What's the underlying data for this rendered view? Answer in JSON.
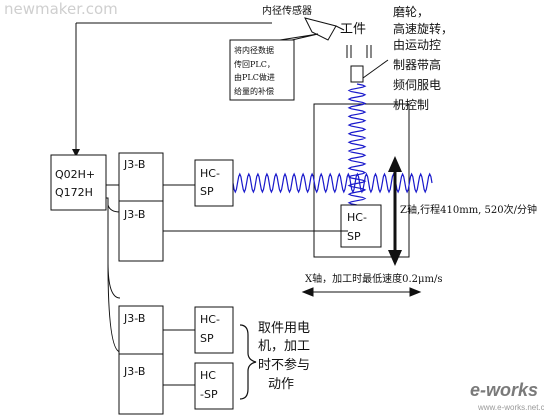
{
  "watermark_top": "newmaker.com",
  "inner_sensor_label": "内径传感器",
  "sensor_note": [
    "将内径数据",
    "传回PLC，",
    "由PLC做进",
    "给量的补偿"
  ],
  "workpiece_label": "工件",
  "grinding_note": [
    "磨轮，",
    "高速旋转，",
    "由运动控",
    "制器带高",
    "频伺服电",
    "机控制"
  ],
  "plc_box": [
    "Q02H+",
    "Q172H"
  ],
  "amp_label": "J3-B",
  "motor_labels": {
    "x_axis": [
      "HC-",
      "SP"
    ],
    "z_axis": [
      "HC-",
      "SP"
    ],
    "pick1": [
      "HC-",
      "SP"
    ],
    "pick2": [
      "HC",
      "-SP"
    ]
  },
  "z_axis_note": "Z轴,行程410mm, 520次/分钟",
  "x_axis_note": "X轴，加工时最低速度0.2μm/s",
  "pick_note": [
    "取件用电",
    "机，加工",
    "时不参与",
    "动作"
  ],
  "brand_logo": "e-works",
  "brand_tagline": "www.e-works.net.cn",
  "colors": {
    "spring": "#1a1acc",
    "line": "#111111",
    "logo": "#7a7a7a"
  }
}
